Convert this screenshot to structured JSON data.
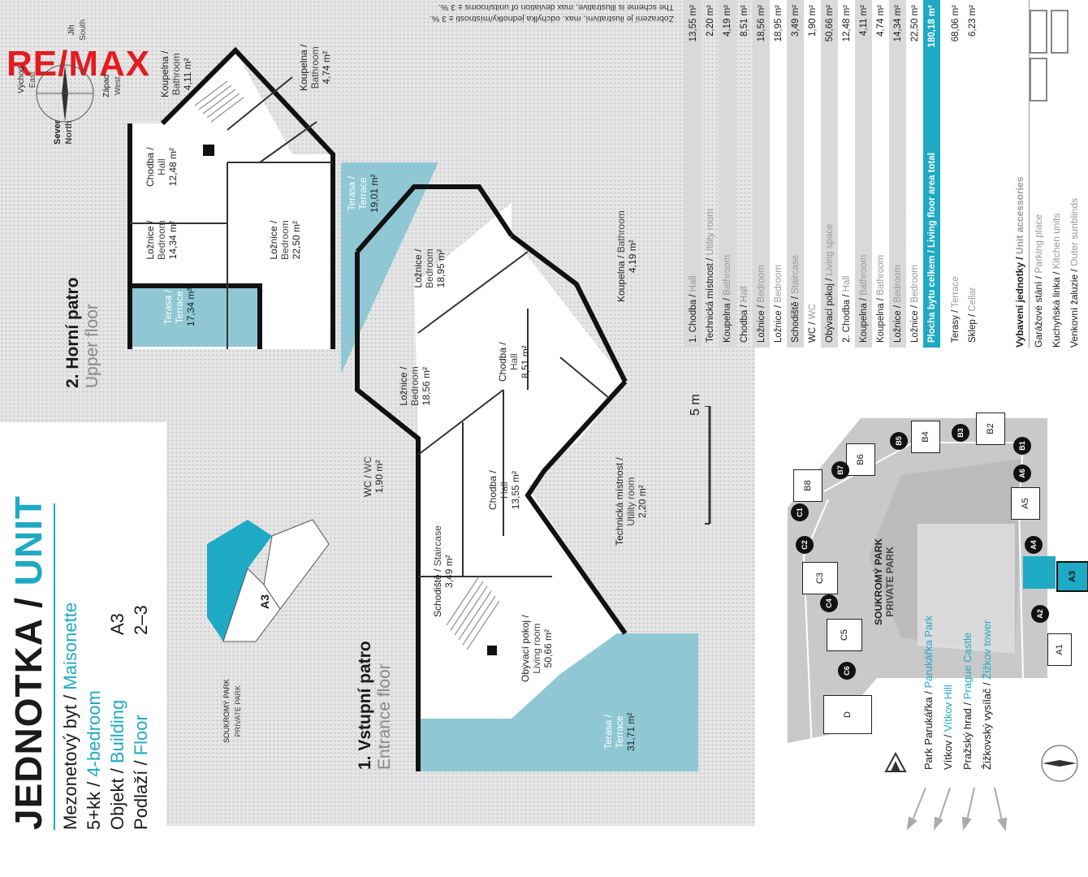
{
  "logo": {
    "text": "RE/MAX"
  },
  "header": {
    "title_main": "JEDNOTKA /",
    "title_accent": "UNIT",
    "type_cz": "Mezonetový byt /",
    "type_en": "Maisonette",
    "rooms_cz": "5+kk /",
    "rooms_en": "4-bedroom",
    "building_cz": "Objekt /",
    "building_en": "Building",
    "building_value": "A3",
    "floor_cz": "Podlaží /",
    "floor_en": "Floor",
    "floor_value": "2–3"
  },
  "floors": {
    "upper_cz": "2. Horní patro",
    "upper_en": "Upper floor",
    "entrance_cz": "1. Vstupní patro",
    "entrance_en": "Entrance floor"
  },
  "rooms": {
    "upper_hall": {
      "cz": "Chodba /",
      "en": "Hall",
      "area": "12,48 m²"
    },
    "upper_bath1": {
      "cz": "Koupelna /",
      "en": "Bathroom",
      "area": "4,11 m²"
    },
    "upper_bath2": {
      "cz": "Koupelna /",
      "en": "Bathroom",
      "area": "4,74 m²"
    },
    "upper_bed1": {
      "cz": "Ložnice /",
      "en": "Bedroom",
      "area": "14,34 m²"
    },
    "upper_bed2": {
      "cz": "Ložnice /",
      "en": "Bedroom",
      "area": "22,50 m²"
    },
    "upper_terrace": {
      "cz": "Terasa /",
      "en": "Terrace",
      "area": "17,34 m²"
    },
    "terrace_19": {
      "cz": "Terasa /",
      "en": "Terrace",
      "area": "19,01 m²"
    },
    "bed_1895": {
      "cz": "Ložnice /",
      "en": "Bedroom",
      "area": "18,95 m²"
    },
    "bath_419": {
      "cz": "Koupelna /",
      "en": "Bathroom",
      "area": "4,19 m²"
    },
    "bed_1856": {
      "cz": "Ložnice /",
      "en": "Bedroom",
      "area": "18,56 m²"
    },
    "hall_851": {
      "cz": "Chodba /",
      "en": "Hall",
      "area": "8,51 m²"
    },
    "wc": {
      "cz": "WC /",
      "en": "WC",
      "area": "1,90 m²"
    },
    "hall_1355": {
      "cz": "Chodba /",
      "en": "Hall",
      "area": "13,55 m²"
    },
    "utility": {
      "cz": "Technická místnost /",
      "en": "Utility room",
      "area": "2,20 m²"
    },
    "staircase": {
      "cz": "Schodiště /",
      "en": "Staircase",
      "area": "3,49 m²"
    },
    "living": {
      "cz": "Obývací pokoj /",
      "en": "Living room",
      "area": "50,66 m²"
    },
    "terrace_31": {
      "cz": "Terasa /",
      "en": "Terrace",
      "area": "31,71 m²"
    }
  },
  "compass": {
    "jih": "Jih",
    "south": "South",
    "vychod": "Východ",
    "east": "East",
    "zapad": "Západ",
    "west": "West",
    "sever": "Sever",
    "north": "North"
  },
  "scale": {
    "label": "5 m"
  },
  "disclaimer": {
    "cz": "Zobrazení je ilustrativní, max. odchylka jednotky/místnosti ± 3 %.",
    "en": "The scheme is illustrative, max deviation of units/rooms ± 3 %."
  },
  "area_table": [
    {
      "cz": "1. Chodba",
      "en": "Hall",
      "value": "13,55 m²",
      "style": "shade"
    },
    {
      "cz": "Technická místnost",
      "en": "Utility room",
      "value": "2,20 m²",
      "style": ""
    },
    {
      "cz": "Koupelna",
      "en": "Bathroom",
      "value": "4,19 m²",
      "style": "shade"
    },
    {
      "cz": "Chodba",
      "en": "Hall",
      "value": "8,51 m²",
      "style": ""
    },
    {
      "cz": "Ložnice",
      "en": "Bedroom",
      "value": "18,56 m²",
      "style": "shade"
    },
    {
      "cz": "Ložnice",
      "en": "Bedroom",
      "value": "18,95 m²",
      "style": ""
    },
    {
      "cz": "Schodiště",
      "en": "Staircase",
      "value": "3,49 m²",
      "style": "shade"
    },
    {
      "cz": "WC",
      "en": "WC",
      "value": "1,90 m²",
      "style": ""
    },
    {
      "cz": "Obývací pokoj",
      "en": "Living space",
      "value": "50,66 m²",
      "style": "shade"
    },
    {
      "cz": "2. Chodba",
      "en": "Hall",
      "value": "12,48 m²",
      "style": ""
    },
    {
      "cz": "Koupelna",
      "en": "Bathroom",
      "value": "4,11 m²",
      "style": "shade"
    },
    {
      "cz": "Koupelna",
      "en": "Bathroom",
      "value": "4,74 m²",
      "style": ""
    },
    {
      "cz": "Ložnice",
      "en": "Bedroom",
      "value": "14,34 m²",
      "style": "shade"
    },
    {
      "cz": "Ložnice",
      "en": "Bedroom",
      "value": "22,50 m²",
      "style": ""
    },
    {
      "cz": "Plocha bytu celkem",
      "en": "Living floor area total",
      "value": "180,18 m²",
      "style": "total"
    },
    {
      "cz": "Terasy",
      "en": "Terrace",
      "value": "68,06 m²",
      "style": ""
    },
    {
      "cz": "Sklep",
      "en": "Cellar",
      "value": "6,23 m²",
      "style": ""
    }
  ],
  "accessories": {
    "title_cz": "Vybavení jednotky /",
    "title_en": "Unit accessories",
    "items": [
      {
        "cz": "Garážové stání /",
        "en": "Parking place"
      },
      {
        "cz": "Kuchyňská linka /",
        "en": "Kitchen units"
      },
      {
        "cz": "Venkovní žaluzie /",
        "en": "Outer sunblinds"
      }
    ]
  },
  "site": {
    "park_cz": "SOUKROMÝ PARK",
    "park_en": "PRIVATE PARK",
    "buildings": [
      "A1",
      "A2",
      "A3",
      "A4",
      "A5",
      "A6",
      "B1",
      "B2",
      "B3",
      "B4",
      "B5",
      "B6",
      "B7",
      "B8",
      "C1",
      "C2",
      "C3",
      "C4",
      "C5",
      "C6",
      "D"
    ]
  },
  "mini_site": {
    "label": "A3",
    "park_cz": "SOUKROMÝ PARK",
    "park_en": "PRIVATE PARK"
  },
  "landmarks": [
    {
      "cz": "Park Parukářka /",
      "en": "Parukářka Park"
    },
    {
      "cz": "Vítkov /",
      "en": "Vítkov Hill"
    },
    {
      "cz": "Pražský hrad /",
      "en": "Prague Castle"
    },
    {
      "cz": "Žižkovský vysílač /",
      "en": "Žižkov tower"
    }
  ],
  "colors": {
    "accent": "#1ea9c4",
    "terrace": "#8fc8d4",
    "brand_red": "#e31b23",
    "brand_blue": "#1c3f94"
  }
}
